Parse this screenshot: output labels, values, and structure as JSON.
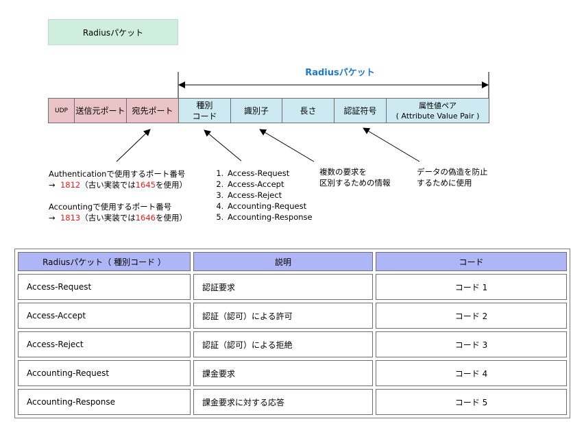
{
  "title_box": "Radiusパケット",
  "packet_label": "Radiusパケット",
  "fields": [
    {
      "label": "UDP"
    },
    {
      "label": "送信元ポート"
    },
    {
      "label": "宛先ポート"
    },
    {
      "label": "種別\nコード"
    },
    {
      "label": "識別子"
    },
    {
      "label": "長さ"
    },
    {
      "label": "認証符号"
    },
    {
      "label": "属性値ペア\n( Attribute Value Pair )"
    }
  ],
  "notes": {
    "auth_title": "Authenticationで使用するポート番号",
    "auth_arrow": "→",
    "auth_port": "1812",
    "auth_old_prefix": "（古い実装では",
    "auth_old_port": "1645",
    "auth_old_suffix": "を使用）",
    "acct_title": "Accountingで使用するポート番号",
    "acct_arrow": "→",
    "acct_port": "1813",
    "acct_old_prefix": "（古い実装では",
    "acct_old_port": "1646",
    "acct_old_suffix": "を使用）",
    "codes_list": [
      "Access-Request",
      "Access-Accept",
      "Access-Reject",
      "Accounting-Request",
      "Accounting-Response"
    ],
    "identifier_note_1": "複数の要求を",
    "identifier_note_2": "区別するための情報",
    "auth_note_1": "データの偽造を防止",
    "auth_note_2": "するために使用"
  },
  "table": {
    "headers": [
      "Radiusパケット（ 種別コード ）",
      "説明",
      "コード"
    ],
    "rows": [
      {
        "type": "Access-Request",
        "desc": "認証要求",
        "code": "コード 1"
      },
      {
        "type": "Access-Accept",
        "desc": "認証（認可）による許可",
        "code": "コード 2"
      },
      {
        "type": "Access-Reject",
        "desc": "認証（認可）による拒絶",
        "code": "コード 3"
      },
      {
        "type": "Accounting-Request",
        "desc": "課金要求",
        "code": "コード 4"
      },
      {
        "type": "Accounting-Response",
        "desc": "課金要求に対する応答",
        "code": "コード 5"
      }
    ]
  },
  "colors": {
    "udp_fill": "#e9c3c5",
    "radius_fill": "#cdeaf3",
    "title_fill": "#cfeedd",
    "header_fill": "#aeb6f5",
    "label_blue": "#1f78c8",
    "port_red": "#e0201a"
  }
}
